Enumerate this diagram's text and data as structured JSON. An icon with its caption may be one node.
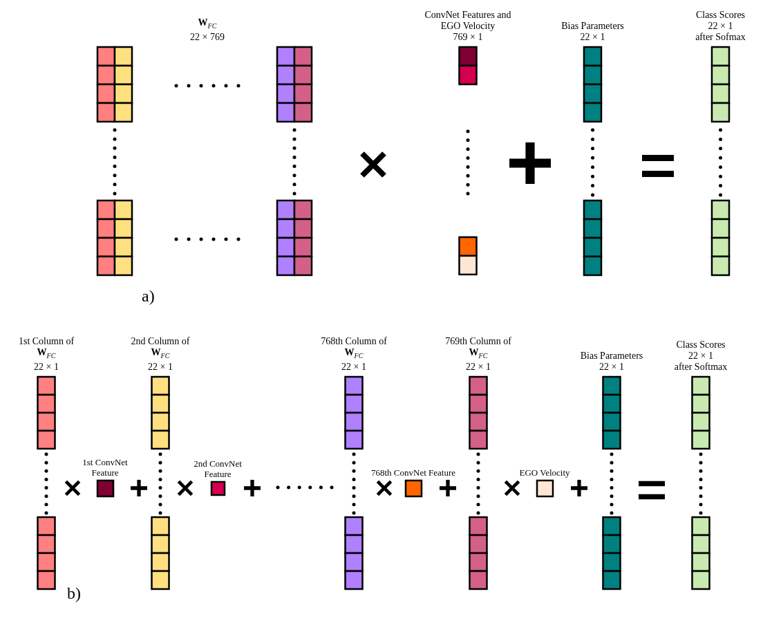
{
  "diagram": {
    "nodes": [
      {
        "text": [
          "**W**$_{FC}$",
          "22 × 769"
        ]
      },
      {
        "text": [
          "ConvNet Features and EGO Velocity",
          "769 × 1"
        ]
      },
      {
        "text": [
          "Bias Parameters",
          "22 × 1"
        ]
      },
      {
        "text": [
          "Class Scores",
          "22 × 1",
          "after Sofmax"
        ]
      },
      {
        "text": [
          "1st Column of **W**$_{FC}$",
          "22 × 1"
        ]
      },
      {
        "text": [
          "2nd Column of **W**$_{FC}$",
          "22 × 1"
        ]
      },
      {
        "text": [
          "768th Column of **W**$_{FC}$",
          "22 × 1"
        ]
      },
      {
        "text": [
          "769th Column of **W**$_{FC}$",
          "22 × 1"
        ]
      },
      {
        "text": [
          "1st ConvNet Feature"
        ]
      },
      {
        "text": [
          "2nd ConvNet Feature"
        ]
      },
      {
        "text": [
          "768th ConvNet Feature"
        ]
      },
      {
        "text": [
          "EGO Velocity"
        ]
      },
      {
        "text": [
          "Bias Parameters",
          "22 × 1"
        ]
      },
      {
        "text": [
          "Class Scores",
          "22 × 1",
          "after Softmax"
        ]
      }
    ],
    "labels": [
      "a)",
      "b)"
    ]
  }
}
